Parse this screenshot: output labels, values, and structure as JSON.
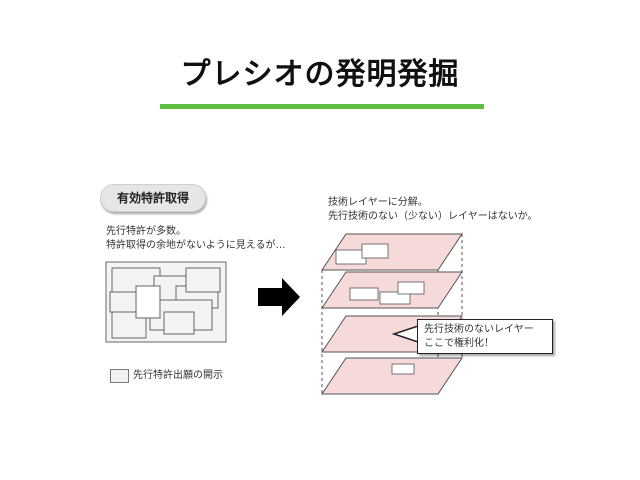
{
  "title": "プレシオの発明発掘",
  "badge": "有効特許取得",
  "left_desc": [
    "先行特許が多数。",
    "特許取得の余地がないように見えるが…"
  ],
  "right_desc": [
    "技術レイヤーに分解。",
    "先行技術のない（少ない）レイヤーはないか。"
  ],
  "legend": "先行特許出願の開示",
  "callout": [
    "先行技術のないレイヤー",
    "ここで権利化！"
  ],
  "colors": {
    "underline": "#5cbf3f",
    "layer_fill": "#f6d9d9",
    "arrow": "#000000"
  }
}
